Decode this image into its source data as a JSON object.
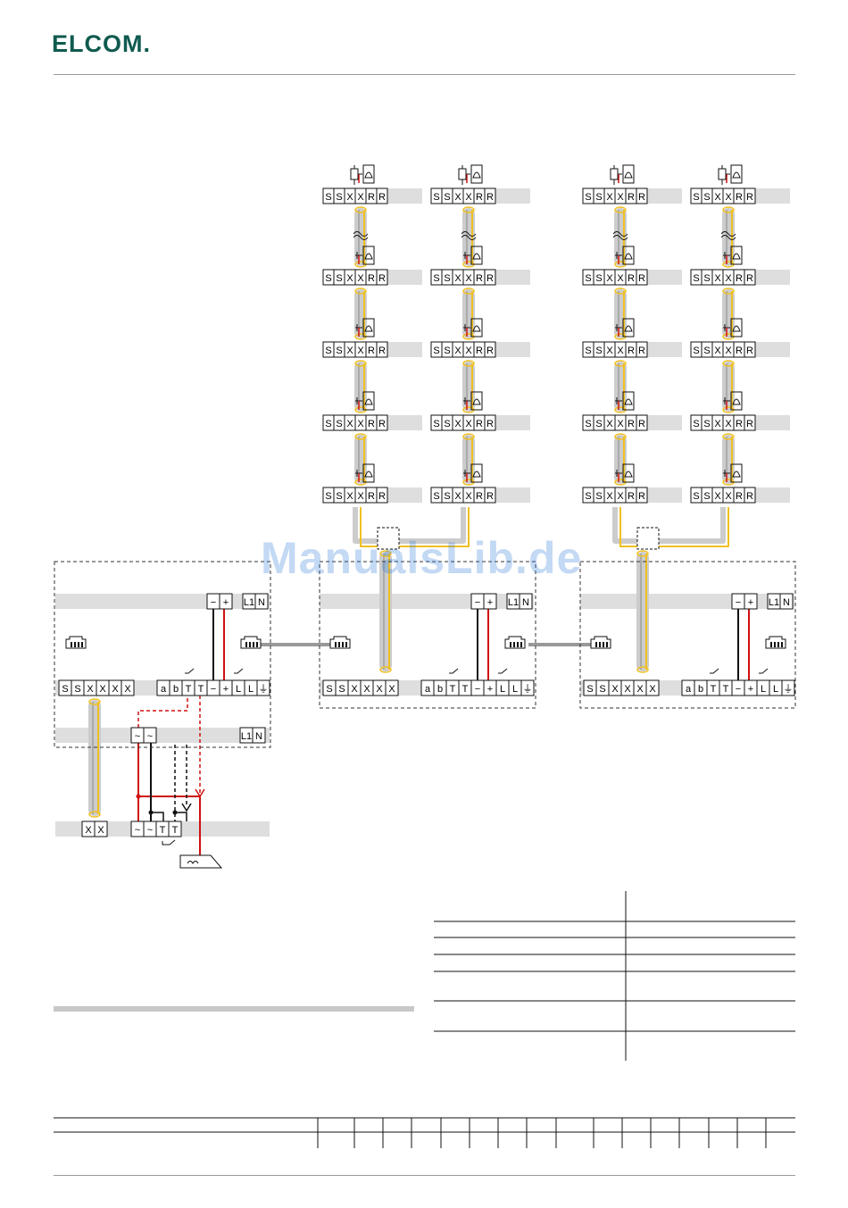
{
  "header": {
    "brand": "ELCOM."
  },
  "watermark": "ManualsLib.de",
  "diagram": {
    "floor_terminal_labels": [
      "S",
      "S",
      "X",
      "X",
      "R",
      "R"
    ],
    "unit_bus_terminal_labels": [
      "S",
      "S",
      "X",
      "X",
      "X",
      "X"
    ],
    "unit_right_terminal_labels": [
      "a",
      "b",
      "T",
      "T",
      "−",
      "+",
      "L",
      "L",
      "⏚"
    ],
    "power_terminal_labels": [
      "−",
      "+"
    ],
    "mains_labels": [
      "L1",
      "N"
    ],
    "supply_input_labels": [
      "~",
      "~"
    ],
    "door_terminal_xx_labels": [
      "X",
      "X"
    ],
    "door_terminal_right_labels": [
      "~",
      "~",
      "T",
      "T"
    ],
    "colors": {
      "bus_wire": "#f0c020",
      "power_wire": "#d01010",
      "rail": "#dedede",
      "cable": "#cccccc",
      "frame": "#333333"
    }
  }
}
